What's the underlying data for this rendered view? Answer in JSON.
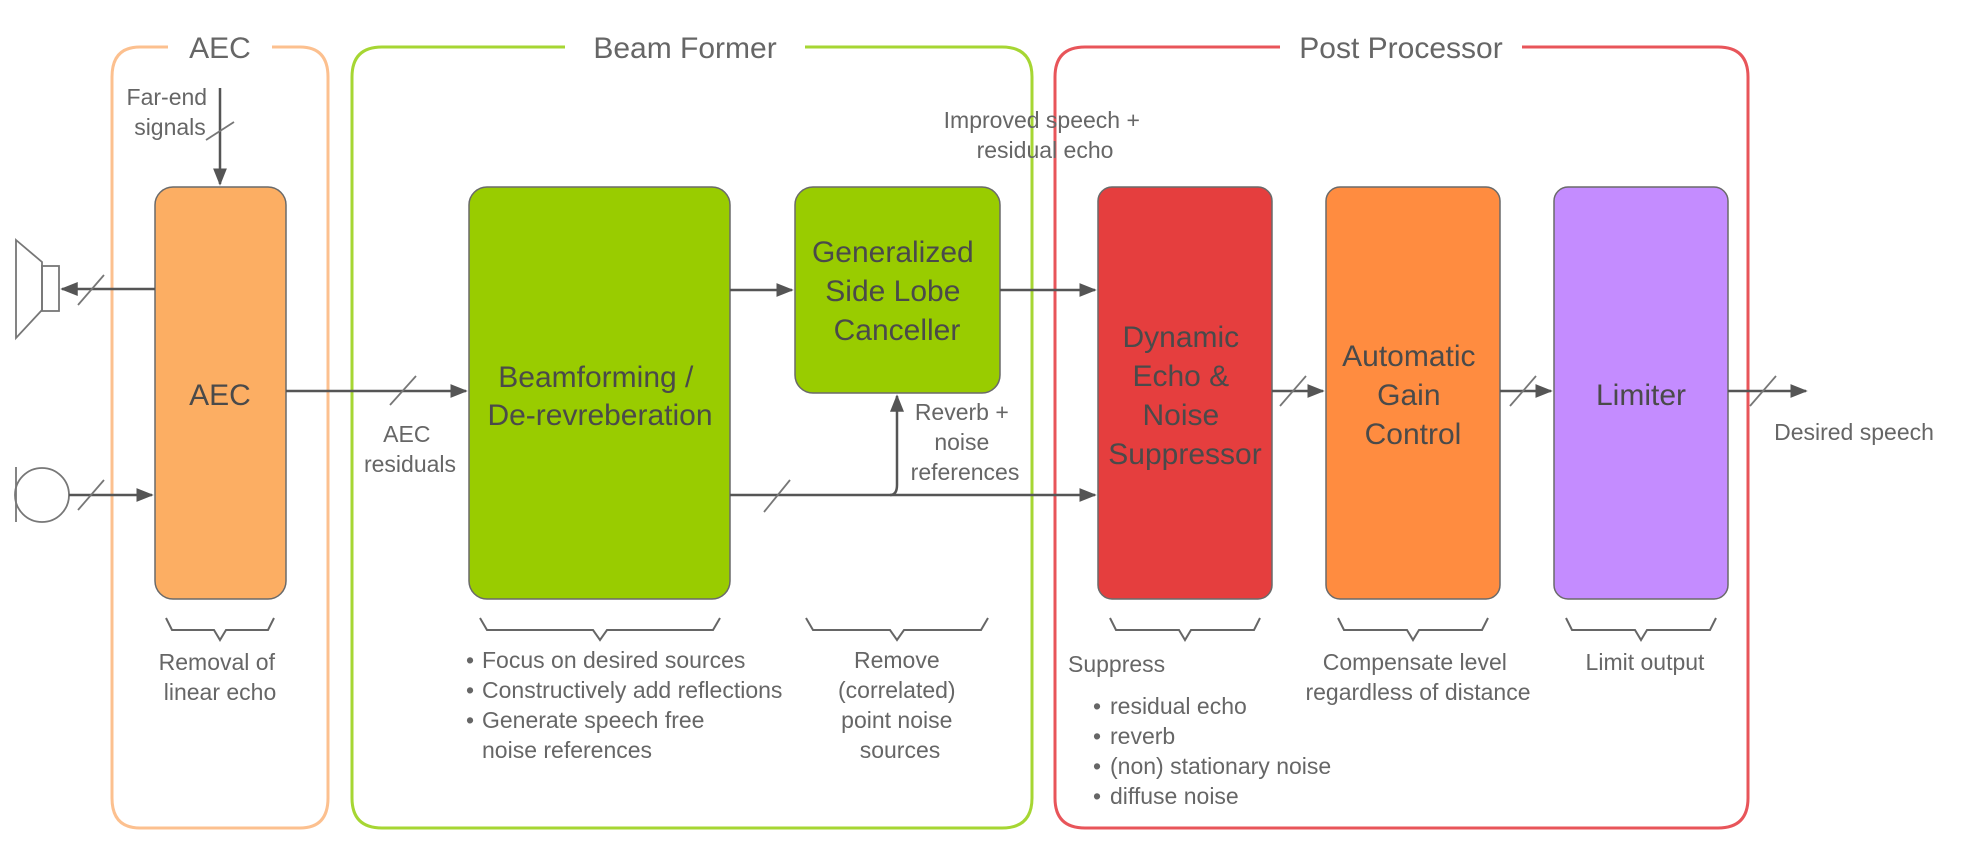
{
  "groups": [
    {
      "id": "aec",
      "title": "AEC",
      "color": "#fbb27a"
    },
    {
      "id": "beam",
      "title": "Beam Former",
      "color": "#9acd32"
    },
    {
      "id": "post",
      "title": "Post Processor",
      "color": "#e8555a"
    }
  ],
  "blocks": [
    {
      "id": "aec",
      "lines": [
        "AEC"
      ],
      "color": "#fcae63"
    },
    {
      "id": "beamforming",
      "lines": [
        "Beamforming /",
        "De-revreberation"
      ],
      "color": "#99cc00"
    },
    {
      "id": "gsc",
      "lines": [
        "Generalized",
        "Side Lobe",
        "Canceller"
      ],
      "color": "#99cc00"
    },
    {
      "id": "suppressor",
      "lines": [
        "Dynamic",
        "Echo &",
        "Noise",
        "Suppressor"
      ],
      "color": "#e53e3e"
    },
    {
      "id": "agc",
      "lines": [
        "Automatic",
        "Gain",
        "Control"
      ],
      "color": "#ff8c40"
    },
    {
      "id": "limiter",
      "lines": [
        "Limiter"
      ],
      "color": "#c48cff"
    }
  ],
  "signals": {
    "far_end": [
      "Far-end",
      "signals"
    ],
    "aec_residuals": [
      "AEC",
      "residuals"
    ],
    "improved_speech": [
      "Improved speech +",
      "residual echo"
    ],
    "reverb_noise": [
      "Reverb +",
      "noise",
      "references"
    ],
    "desired_speech": [
      "Desired speech"
    ]
  },
  "descriptions": {
    "aec": [
      "Removal of",
      "linear echo"
    ],
    "beamforming": [
      "Focus on desired sources",
      "Constructively add reflections",
      "Generate speech free",
      "noise references"
    ],
    "gsc": [
      "Remove",
      "(correlated)",
      "point noise",
      "sources"
    ],
    "suppressor_heading": "Suppress",
    "suppressor_items": [
      "residual echo",
      "reverb",
      "(non) stationary noise",
      "diffuse noise"
    ],
    "agc": [
      "Compensate level",
      "regardless of distance"
    ],
    "limiter": [
      "Limit output"
    ]
  },
  "icons": {
    "speaker": "speaker-icon",
    "microphone": "microphone-icon"
  }
}
